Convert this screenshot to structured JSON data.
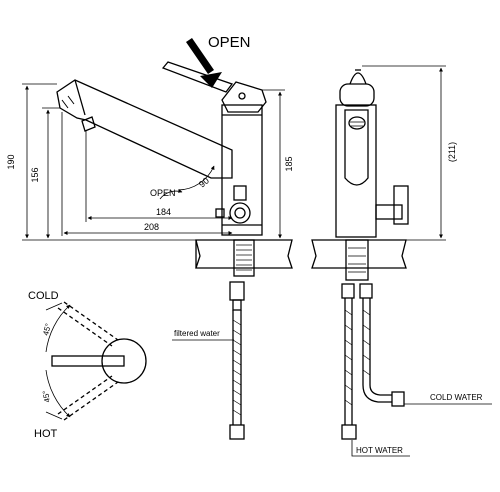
{
  "labels": {
    "open_big": "OPEN",
    "open_small": "OPEN",
    "cold": "COLD",
    "hot": "HOT",
    "angle_cold": "45°",
    "angle_hot": "45°",
    "filtered_water": "filtered water",
    "cold_water": "COLD WATER",
    "hot_water": "HOT WATER"
  },
  "dimensions": {
    "height_190": "190",
    "height_156": "156",
    "height_185": "185",
    "height_211": "(211)",
    "reach_184": "184",
    "reach_208": "208",
    "swivel_90": "90"
  },
  "colors": {
    "line": "#000000",
    "background": "#ffffff"
  }
}
